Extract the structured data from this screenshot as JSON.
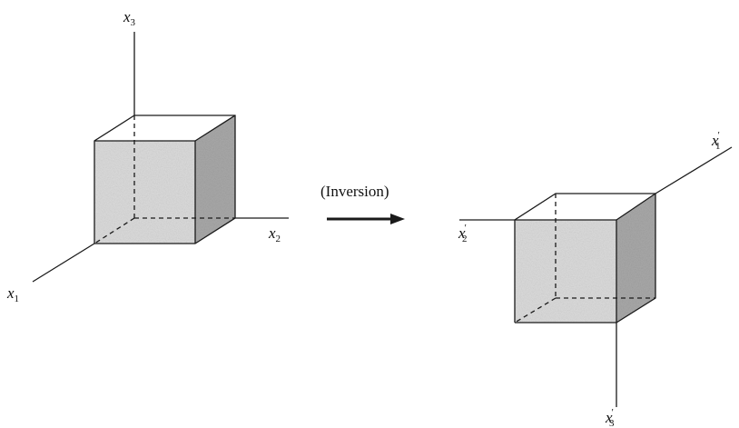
{
  "left_axes": {
    "x1": {
      "base": "x",
      "sub": "1",
      "prime": ""
    },
    "x2": {
      "base": "x",
      "sub": "2",
      "prime": ""
    },
    "x3": {
      "base": "x",
      "sub": "3",
      "prime": ""
    }
  },
  "right_axes": {
    "x1p": {
      "base": "x",
      "sub": "1",
      "prime": "′"
    },
    "x2p": {
      "base": "x",
      "sub": "2",
      "prime": "′"
    },
    "x3p": {
      "base": "x",
      "sub": "3",
      "prime": "′"
    }
  },
  "arrow_caption": "(Inversion)",
  "colors": {
    "line": "#1a1a1a",
    "face_light": "#dcdcdc",
    "face_dark": "#a9a9a9"
  }
}
